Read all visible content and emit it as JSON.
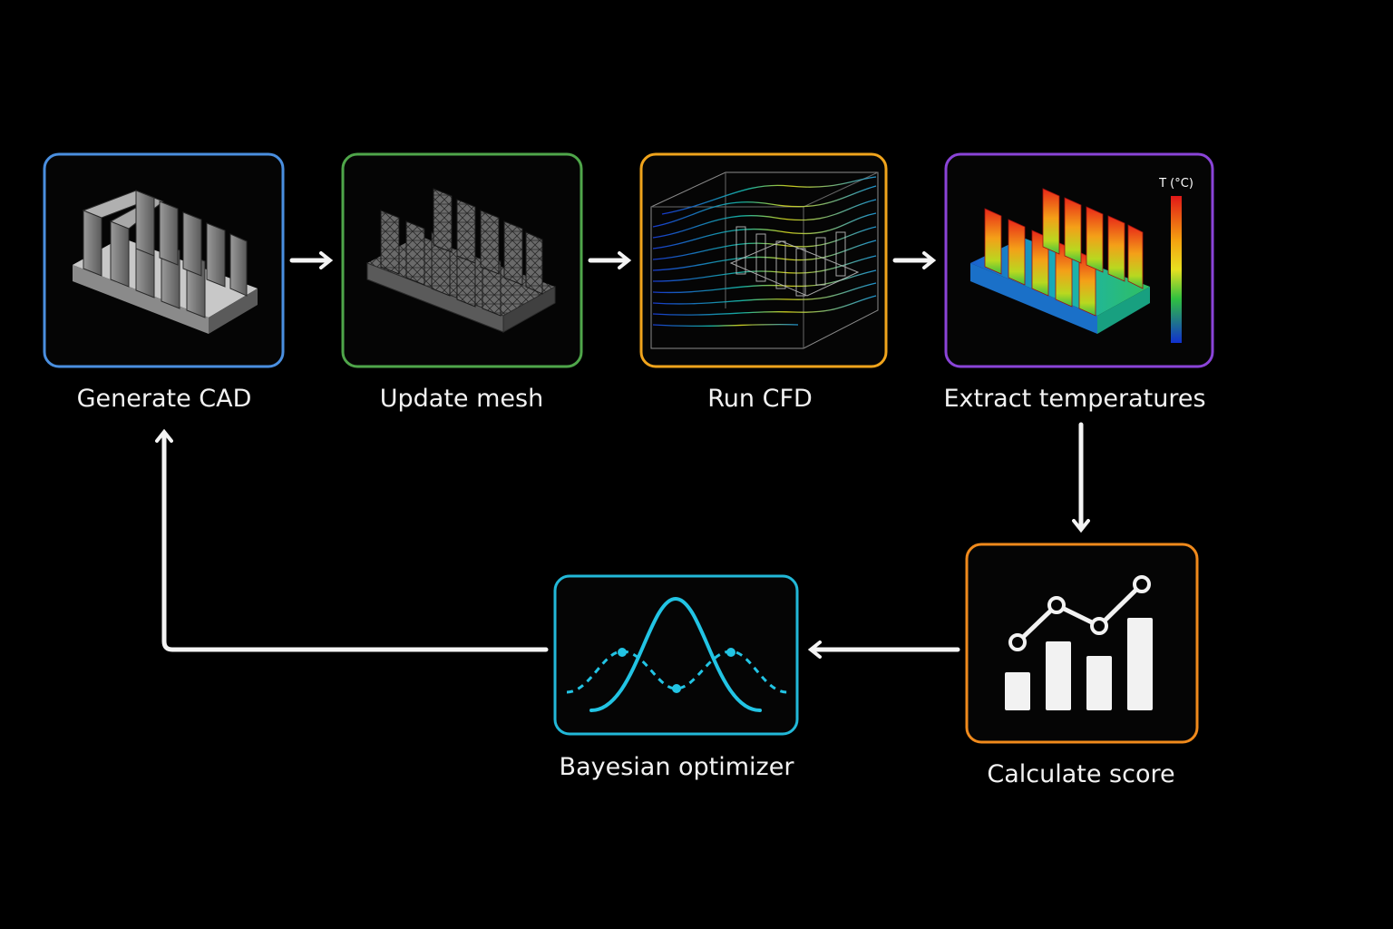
{
  "steps": [
    {
      "id": "generate-cad",
      "label": "Generate CAD",
      "color": "#4a8fe0",
      "icon": "heatsink-solid-icon"
    },
    {
      "id": "update-mesh",
      "label": "Update mesh",
      "color": "#4fa64a",
      "icon": "heatsink-mesh-icon"
    },
    {
      "id": "run-cfd",
      "label": "Run CFD",
      "color": "#f0a41c",
      "icon": "cfd-streamlines-icon"
    },
    {
      "id": "extract-temperatures",
      "label": "Extract temperatures",
      "color": "#8a44d8",
      "icon": "heatsink-thermal-icon"
    },
    {
      "id": "calculate-score",
      "label": "Calculate score",
      "color": "#f08a1c",
      "icon": "bar-line-chart-icon"
    },
    {
      "id": "bayesian-optimizer",
      "label": "Bayesian optimizer",
      "color": "#22b8d8",
      "icon": "gaussian-curve-icon"
    }
  ],
  "colorbar": {
    "label": "T (°C)"
  }
}
